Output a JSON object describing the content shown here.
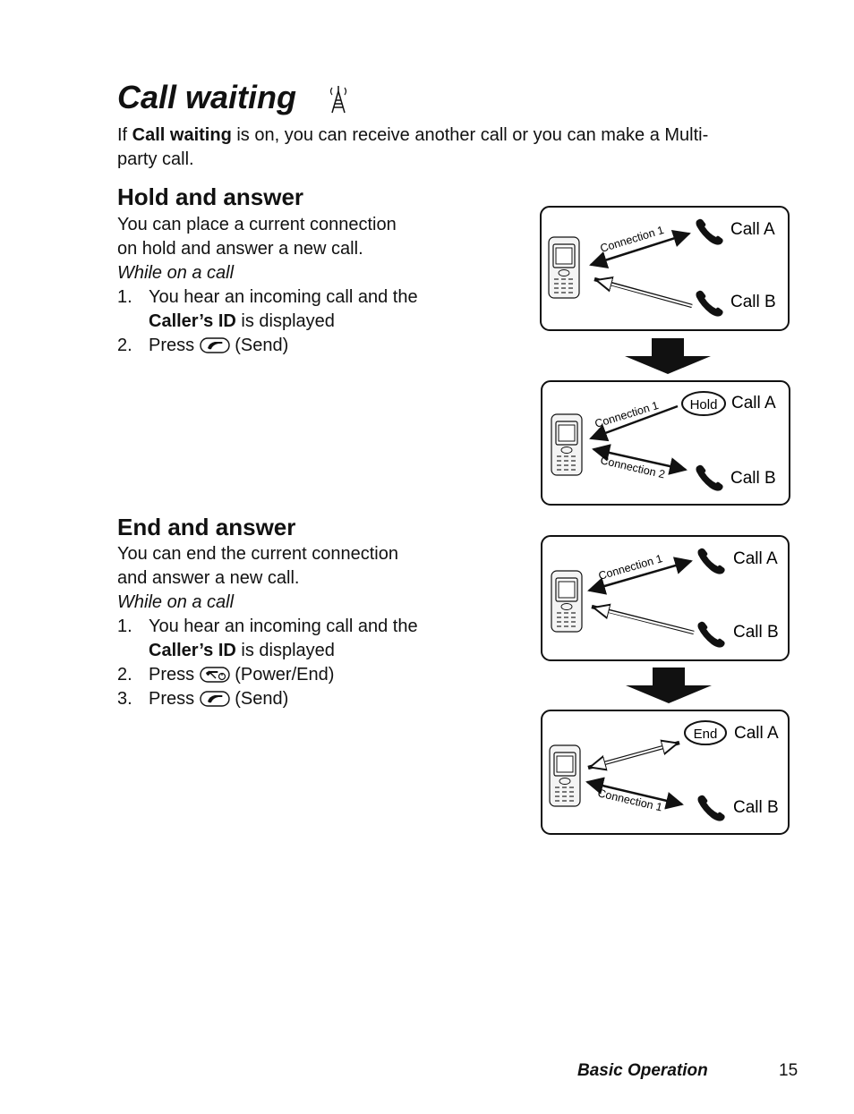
{
  "title": "Call waiting",
  "intro": {
    "pre": "If ",
    "bold": "Call waiting",
    "post": " is on, you can receive another call or you can make a Multi-party call."
  },
  "hold": {
    "heading": "Hold and answer",
    "desc_line1": "You can place a current connection",
    "desc_line2": "on hold and answer a new call.",
    "context": "While on a call",
    "step1_num": "1.",
    "step1_pre": "You hear an incoming call and the ",
    "step1_bold": "Caller’s ID",
    "step1_post": " is displayed",
    "step2_num": "2.",
    "step2_pre": "Press ",
    "step2_post": " (Send)"
  },
  "end": {
    "heading": "End and answer",
    "desc_line1": "You can end the current connection",
    "desc_line2": "and answer a new call.",
    "context": "While on a call",
    "step1_num": "1.",
    "step1_pre": "You hear an incoming call and the ",
    "step1_bold": "Caller’s ID",
    "step1_post": " is displayed",
    "step2_num": "2.",
    "step2_pre": "Press ",
    "step2_post": " (Power/End)",
    "step3_num": "3.",
    "step3_pre": "Press ",
    "step3_post": " (Send)"
  },
  "diagrams": {
    "call_a": "Call A",
    "call_b": "Call B",
    "connection_1": "Connection 1",
    "connection_2": "Connection 2",
    "hold_badge": "Hold",
    "end_badge": "End"
  },
  "footer": {
    "section": "Basic Operation",
    "page": "15"
  },
  "icons": {
    "title": "antenna-tower-icon",
    "send": "send-key-icon",
    "end": "power-end-key-icon",
    "handset": "handset-icon",
    "phone": "mobile-phone-icon"
  }
}
